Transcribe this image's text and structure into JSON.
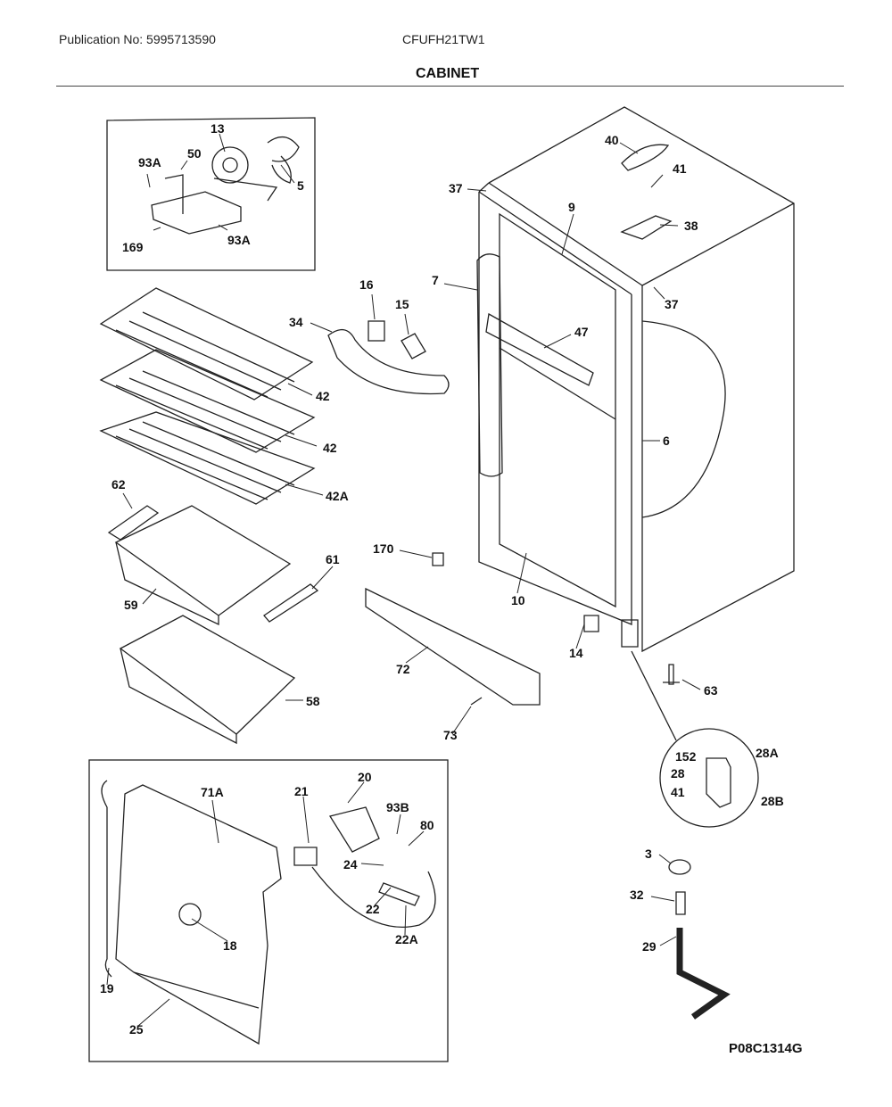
{
  "header": {
    "publication": "Publication No: 5995713590",
    "model": "CFUFH21TW1",
    "title": "CABINET"
  },
  "diagram_code": "P08C1314G",
  "labels": {
    "l13": "13",
    "l50": "50",
    "l93A_a": "93A",
    "l5": "5",
    "l169": "169",
    "l93A_b": "93A",
    "l40": "40",
    "l41_top": "41",
    "l37_top": "37",
    "l9": "9",
    "l38": "38",
    "l37_right": "37",
    "l7": "7",
    "l16": "16",
    "l15": "15",
    "l34": "34",
    "l47": "47",
    "l42_a": "42",
    "l42_b": "42",
    "l42A": "42A",
    "l6": "6",
    "l62": "62",
    "l61": "61",
    "l59": "59",
    "l170": "170",
    "l10": "10",
    "l58": "58",
    "l14": "14",
    "l72": "72",
    "l63": "63",
    "l73": "73",
    "l152": "152",
    "l28A": "28A",
    "l28": "28",
    "l41_hinge": "41",
    "l28B": "28B",
    "l71A": "71A",
    "l21": "21",
    "l20": "20",
    "l93B": "93B",
    "l80": "80",
    "l24": "24",
    "l22": "22",
    "l18": "18",
    "l22A": "22A",
    "l19": "19",
    "l25": "25",
    "l3": "3",
    "l32": "32",
    "l29": "29"
  }
}
